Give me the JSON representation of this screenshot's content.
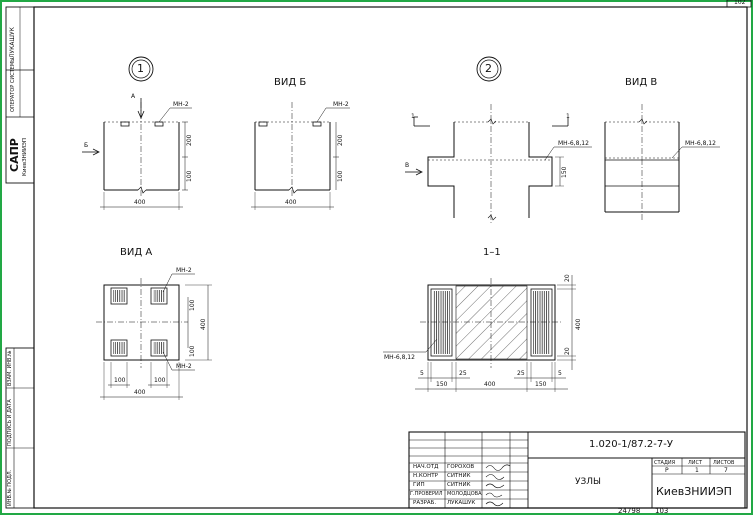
{
  "sheet_number": "102",
  "side_stamp": {
    "author": "ЛУКАШУК",
    "operator": "ОПЕРАТОР СИСТЕМЫ",
    "sapr": "САПР",
    "org": "КиевЗНИИЭП"
  },
  "side_columns": [
    "ИНВ.№ ПОДЛ.",
    "ПОДПИСЬ И ДАТА",
    "ВЗАМ. ИНВ.№"
  ],
  "node_labels": {
    "node1": "1",
    "node2": "2"
  },
  "view_titles": {
    "view_b": "ВИД  Б",
    "view_v": "ВИД  В",
    "view_a": "ВИД  А",
    "section": "1–1"
  },
  "marks": {
    "a_arrow": "А",
    "b_arrow": "Б",
    "v_arrow": "В",
    "section_1": "1",
    "mn2": "МН-2",
    "mn6812": "МН-6,8,12"
  },
  "dims": {
    "d400": "400",
    "d200": "200",
    "d100": "100",
    "d150": "150",
    "d20": "20",
    "d25": "25",
    "d5": "5"
  },
  "title_block": {
    "code": "1.020-1/87.2-7-У",
    "name": "УЗЛЫ",
    "org": "КиевЗНИИЭП",
    "stage_header": "СТАДИЯ",
    "sheet_header": "ЛИСТ",
    "sheets_header": "ЛИСТОВ",
    "stage": "Р",
    "sheet": "1",
    "sheets": "7",
    "roles": [
      {
        "role": "НАЧ.ОТД",
        "name": "ГОРОХОВ"
      },
      {
        "role": "Н.КОНТР",
        "name": "СИТНИК"
      },
      {
        "role": "ГИП",
        "name": "СИТНИК"
      },
      {
        "role": "Г.ПРОВЕРИЛ",
        "name": "МОЛОДЦОВА"
      },
      {
        "role": "РАЗРАБ.",
        "name": "ЛУКАШУК"
      }
    ]
  },
  "footer": {
    "archive": "24798",
    "page": "103"
  },
  "colors": {
    "frame": "#22a845",
    "ink": "#111111"
  }
}
